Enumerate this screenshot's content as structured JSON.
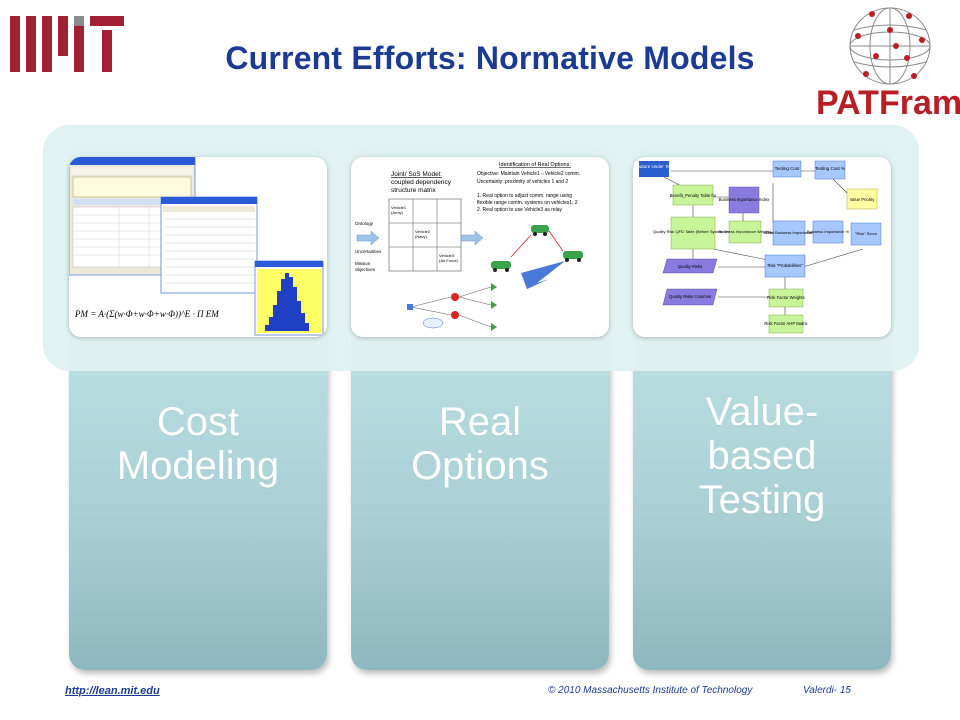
{
  "header": {
    "title": "Current Efforts: Normative Models",
    "logo_left_name": "MIT",
    "logo_right_text": "PATFrame"
  },
  "columns": [
    {
      "label": "Cost\nModeling"
    },
    {
      "label": "Real\nOptions"
    },
    {
      "label": "Value-\nbased\nTesting"
    }
  ],
  "thumb_real_options": {
    "heading": "Joint/ SoS Model:",
    "line2": "coupled dependency",
    "line3": "structure matrix",
    "ident": "Identification of Real Options:",
    "obj": "Objective: Maintain Vehicle1⇔Vehicle2 comm.",
    "unc": "Uncertainty: proximity of vehicles 1 and 2",
    "opt1a": "1. Real option to adjust comm. range using",
    "opt1b": "flexible range comm. systems on vehicles1, 2",
    "opt2": "2. Real option to use Vehicle3 as relay",
    "ontology": "Ontology",
    "uncertainties": "Uncertainties",
    "mission": "Mission",
    "objectives": "objectives",
    "veh1": "Vehicle1",
    "veh1b": "(Army)",
    "veh2": "Vehicle2",
    "veh2b": "(Navy)",
    "veh3": "Vehicle3",
    "veh3b": "(Air Force)"
  },
  "thumb_value_testing": {
    "n1": "Feature Under Test",
    "n2": "Testing Cost",
    "n3": "Testing Cost %",
    "n4": "Benefit_Penalty Table for",
    "n5": "Business Importance Index",
    "n6": "Value Priority",
    "n7": "Quality Risk QFD Table (Before System Test)",
    "n8": "Business Importance Weights",
    "n9": "Total Business Importance",
    "n10": "Business Importance %",
    "n11": "\"Risk\" Score",
    "n12": "Quality Risks",
    "n13": "Risk \"Probabilities\"",
    "n14": "Quality Risks Columns",
    "n15": "Risk Factor Weights",
    "n16": "Risk Factor AHP Matrix"
  },
  "footer": {
    "url": "http://lean.mit.edu",
    "copyright": "© 2010 Massachusetts Institute of Technology",
    "page": "Valerdi- 15"
  }
}
